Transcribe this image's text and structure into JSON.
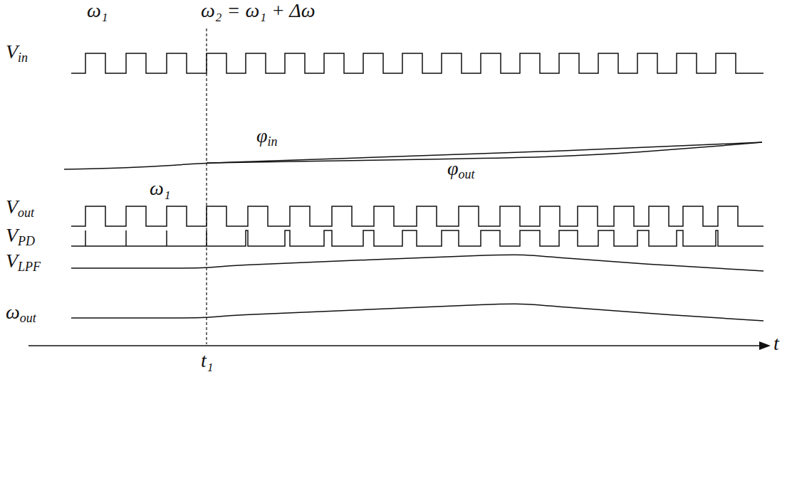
{
  "diagram": {
    "labels": [
      "ω₁",
      "ω₂ = ω₁ + Δω",
      "Vin",
      "φin",
      "φout",
      "ω₁",
      "Vout",
      "VPD",
      "VLPF",
      "ωout",
      "t₁",
      "t"
    ]
  }
}
